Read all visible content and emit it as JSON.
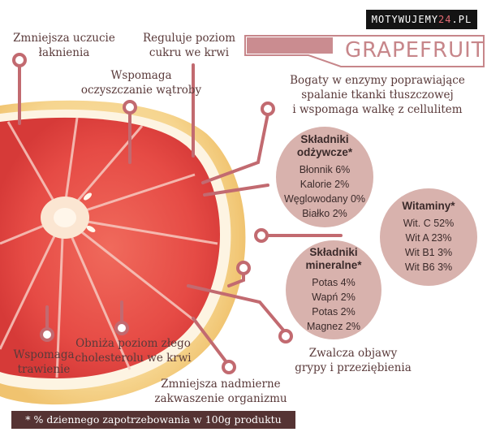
{
  "logo": {
    "text_main": "MOTYWUJEMY",
    "text_accent": "24",
    "text_suffix": ".PL"
  },
  "title": "GRAPEFRUIT",
  "benefits": {
    "hunger": "Zmniejsza uczucie\nłaknienia",
    "sugar": "Reguluje poziom\ncukru we krwi",
    "liver": "Wspomaga\noczyszczanie wątroby",
    "enzymes": "Bogaty w enzymy poprawiające\nspalanie tkanki tłuszczowej\ni wspomaga walkę z cellulitem",
    "digestion": "Wspomaga\ntrawienie",
    "cholesterol": "Obniża poziom złego\ncholesterolu we krwi",
    "acidification": "Zmniejsza nadmierne\nzakwaszenie organizmu",
    "flu": "Zwalcza objawy\ngrypy i przeziębienia"
  },
  "nutrients": {
    "title": "Składniki\nodżywcze*",
    "items": [
      "Błonnik 6%",
      "Kalorie 2%",
      "Węglowodany 0%",
      "Białko 2%"
    ]
  },
  "vitamins": {
    "title": "Witaminy*",
    "items": [
      "Wit. C 52%",
      "Wit A 23%",
      "Wit B1 3%",
      "Wit B6 3%"
    ]
  },
  "minerals": {
    "title": "Składniki\nmineralne*",
    "items": [
      "Potas 4%",
      "Wapń 2%",
      "Potas 2%",
      "Magnez 2%"
    ]
  },
  "footer": "* % dziennego zapotrzebowania w 100g produktu",
  "colors": {
    "accent": "#c7868a",
    "line": "#c26a70",
    "bubble": "#d8b2ad",
    "footer_bg": "#553333",
    "text": "#5a3a3a"
  }
}
